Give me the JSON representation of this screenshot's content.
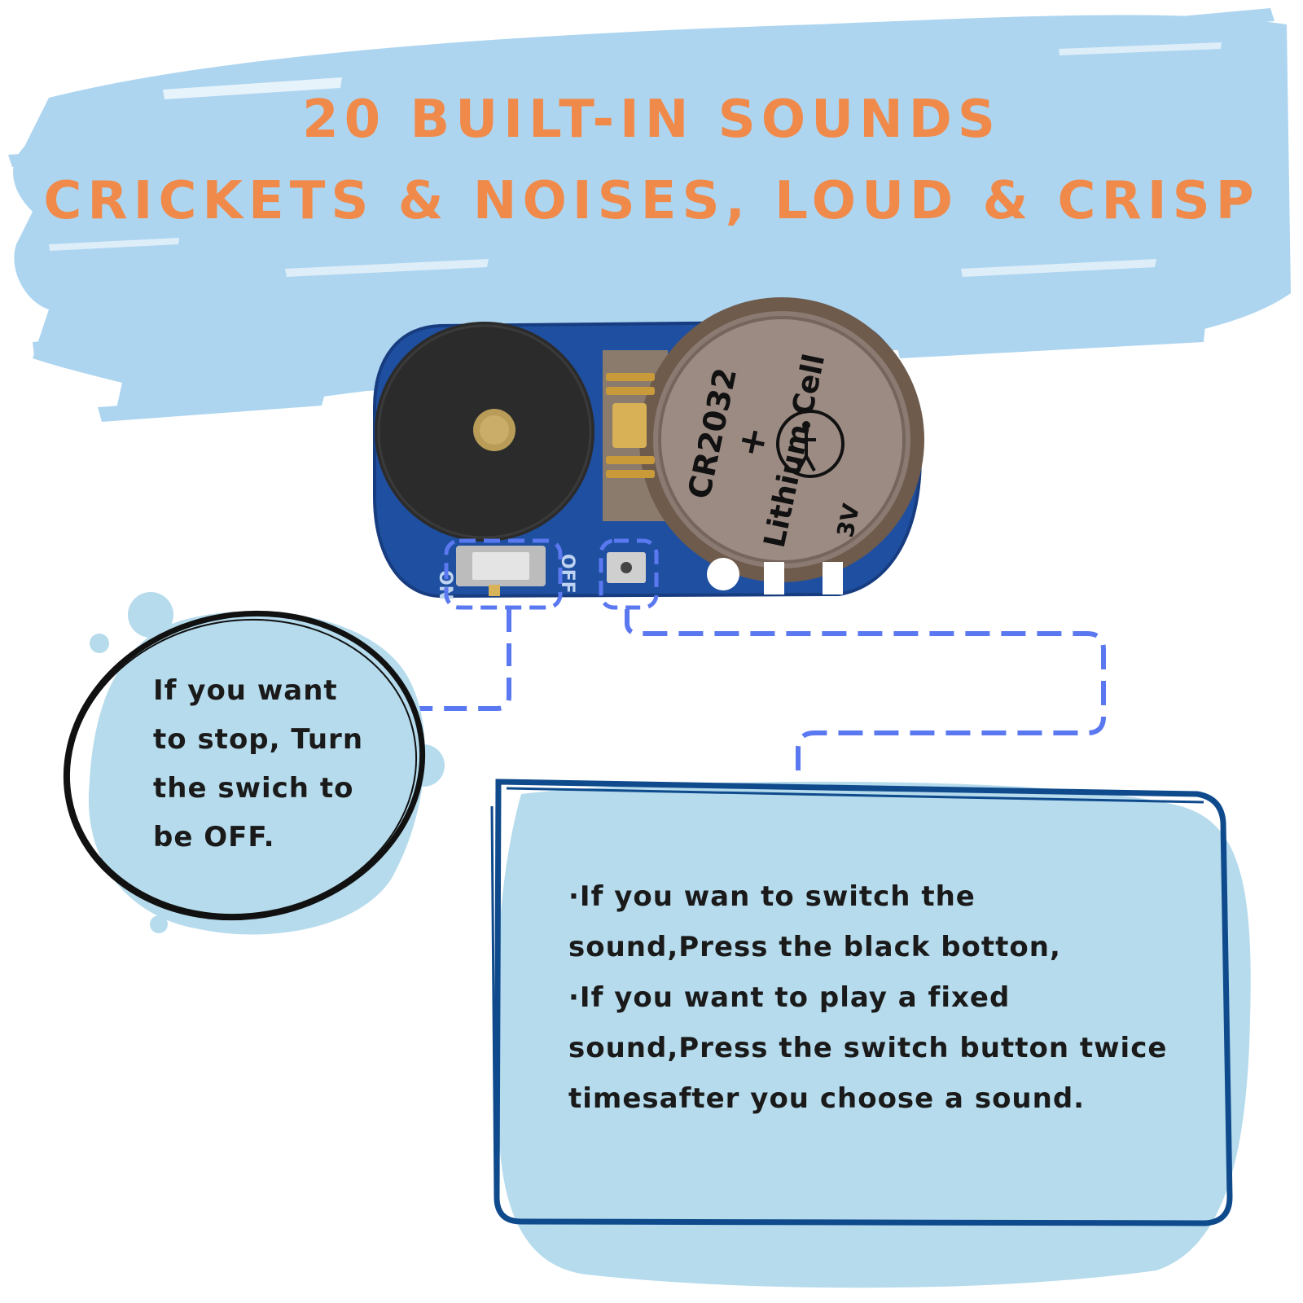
{
  "header": {
    "line1": "20 BUILT-IN SOUNDS",
    "line2": "CRICKETS & NOISES, LOUD & CRISP"
  },
  "colors": {
    "brush_blue": "#add5f0",
    "bubble_blue": "#b5dbec",
    "title_orange": "#f08a4b",
    "pcb_blue": "#1f4fa0",
    "dash_blue": "#5a78f0",
    "frame_navy": "#0e4a8c"
  },
  "product": {
    "battery_model": "CR2032",
    "battery_plus": "+",
    "battery_type": "Lithium Cell",
    "battery_voltage": "3V",
    "switch_on_label": "ON",
    "switch_off_label": "OFF"
  },
  "notes": {
    "stop_lines": [
      "If you want",
      "to stop, Turn",
      "the swich to",
      "be OFF."
    ],
    "switch_lines": [
      "·If you wan to switch the",
      "sound,Press the black botton,",
      "·If you want to play a fixed",
      "sound,Press the switch button twice",
      "timesafter you choose a sound."
    ]
  }
}
